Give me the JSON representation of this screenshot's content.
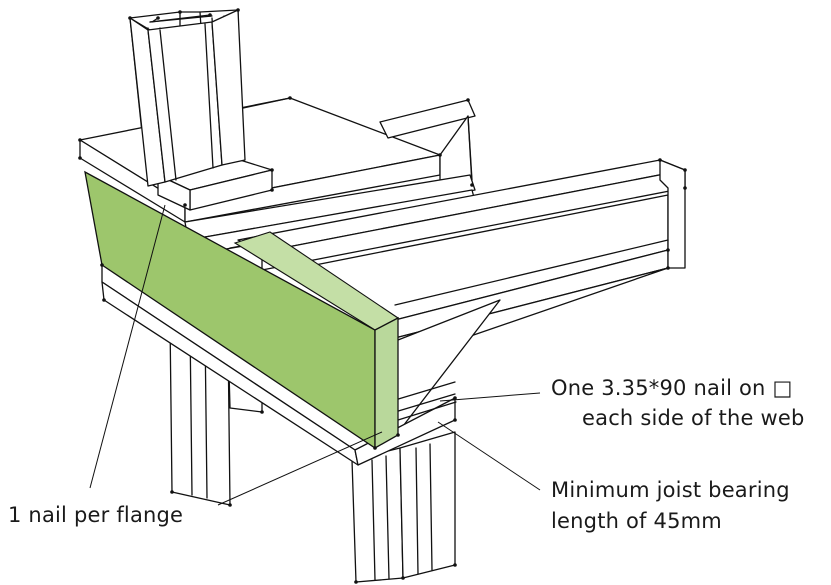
{
  "labels": {
    "nail_per_flange": "1 nail per flange",
    "web_nail_line1": "One 3.35*90 nail on □",
    "web_nail_line2": "each side of the web",
    "bearing_line1": "Minimum joist bearing",
    "bearing_line2": "length of 45mm"
  },
  "colors": {
    "rim_board": "#9dc66c",
    "rim_board_end": "#b9d89b",
    "rim_board_highlight": "#c4dfa6",
    "line": "#111111"
  }
}
